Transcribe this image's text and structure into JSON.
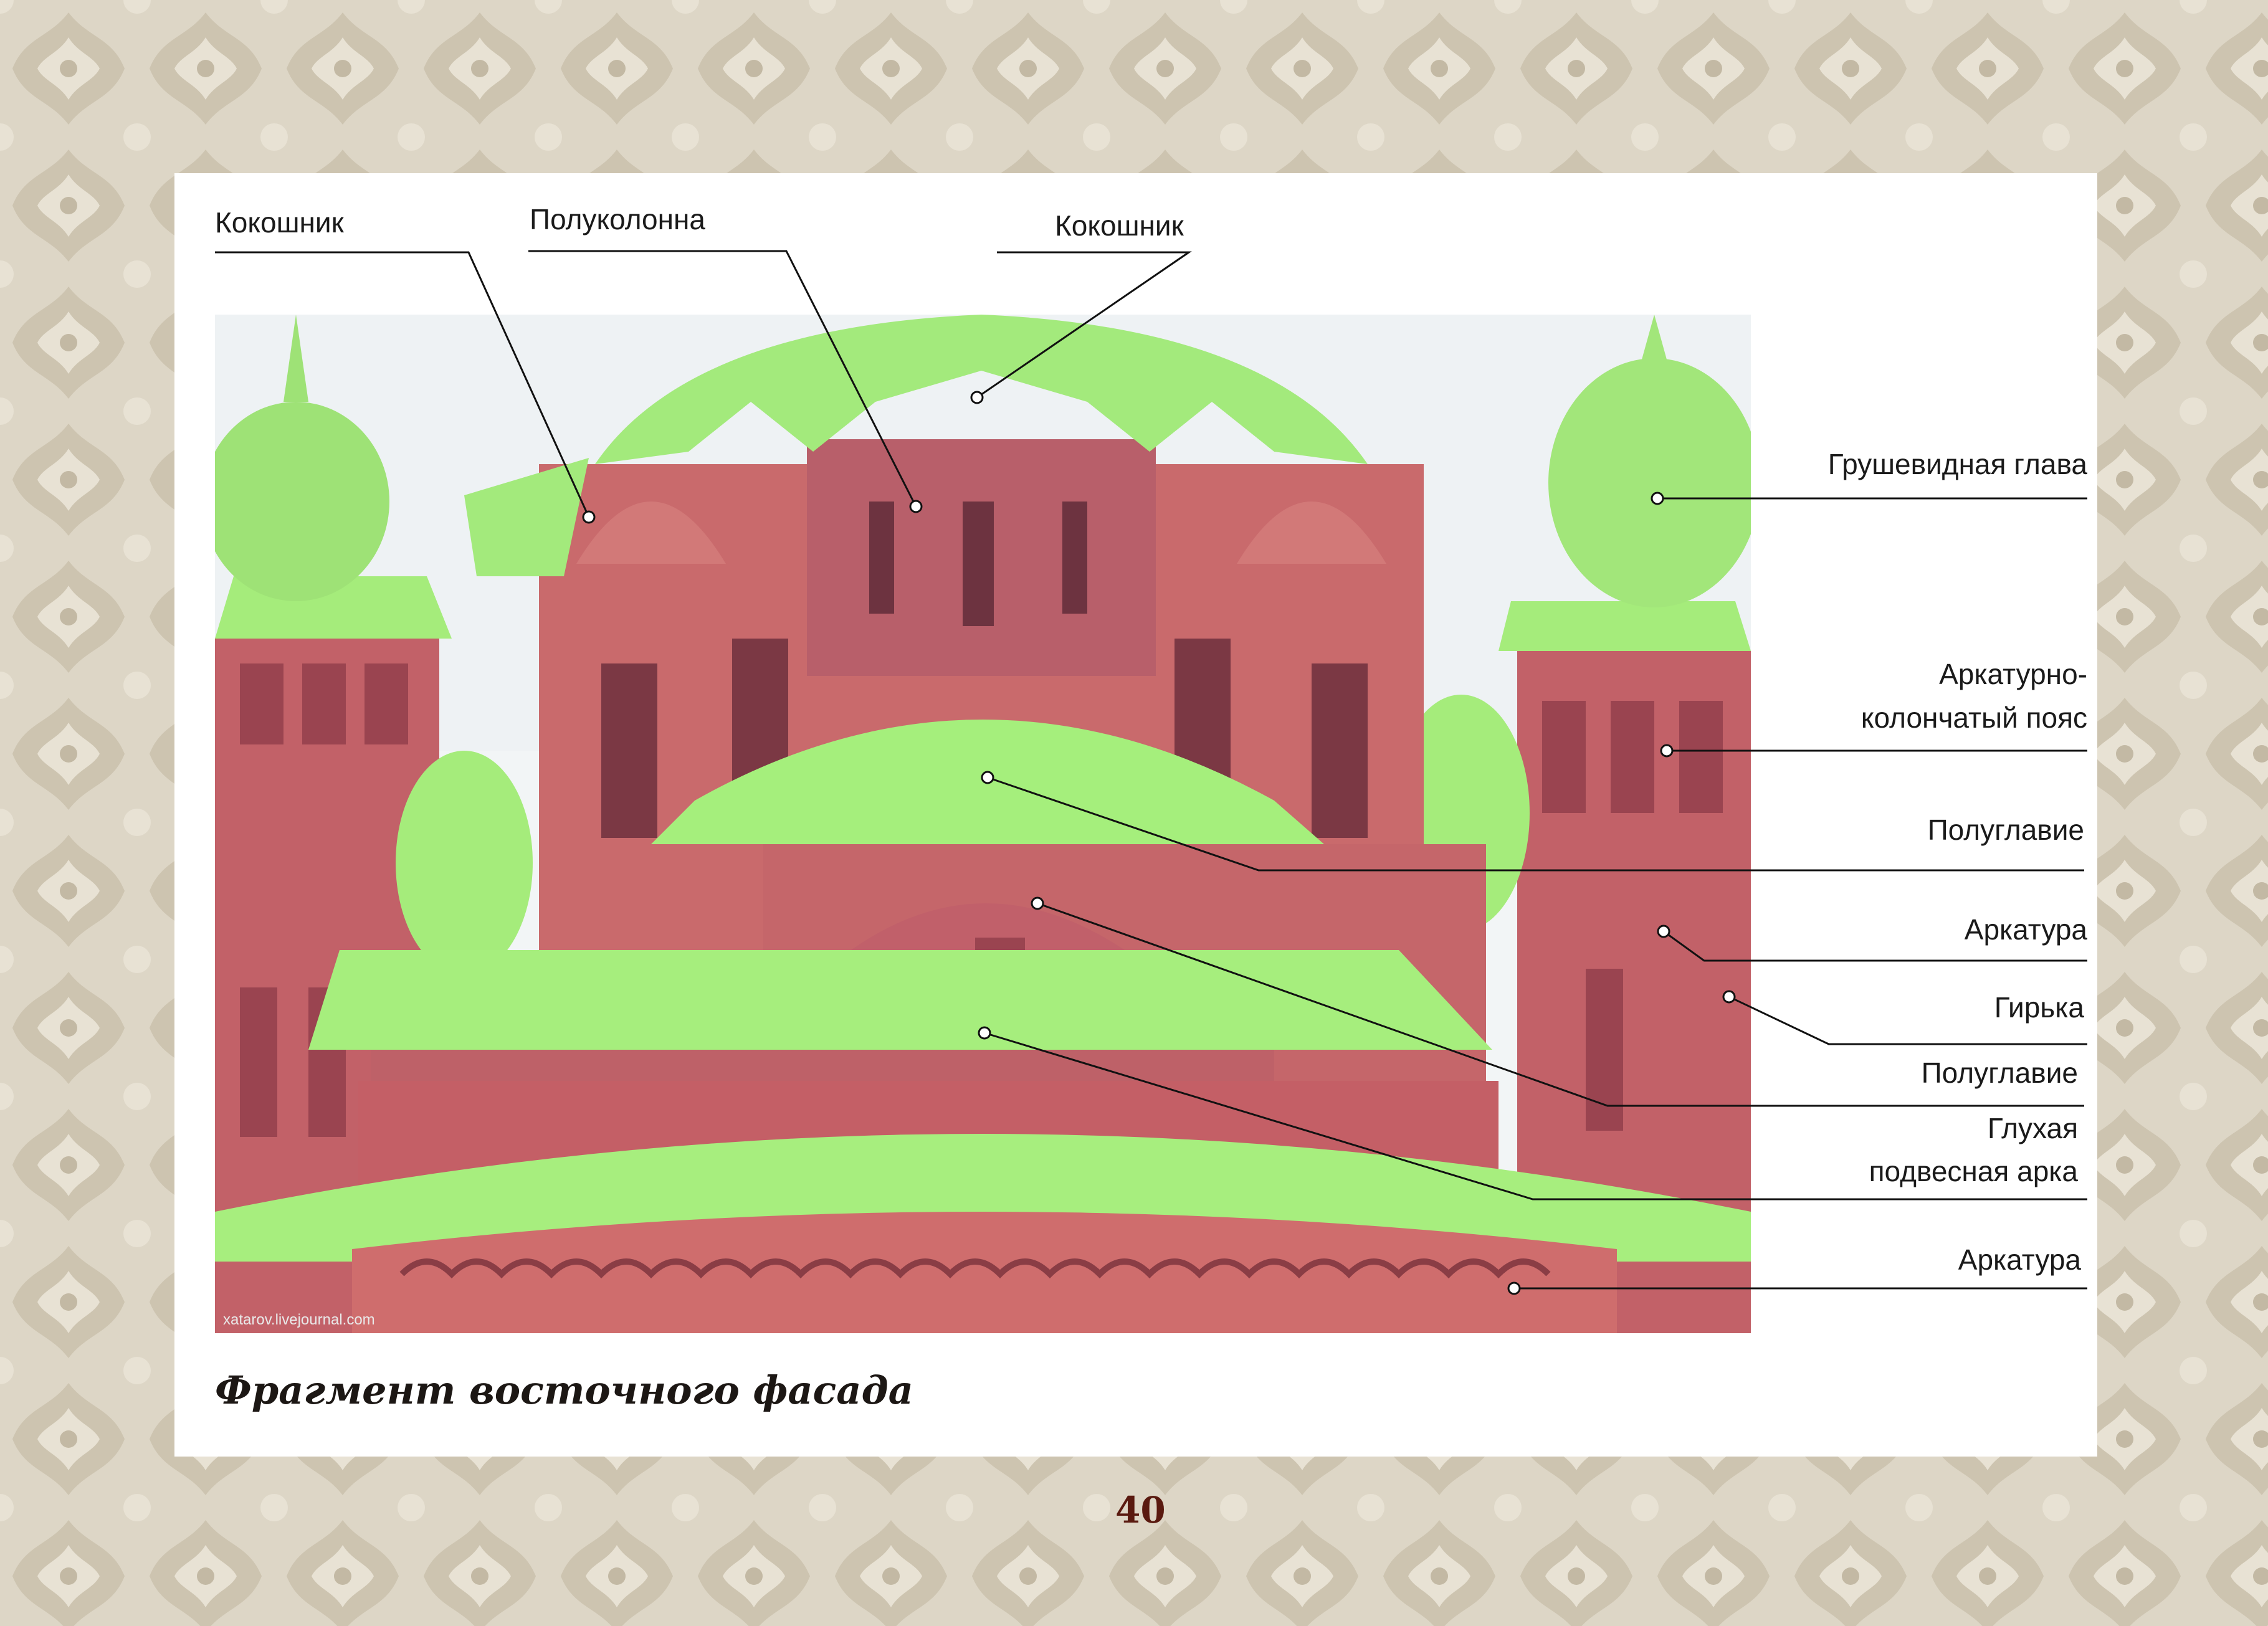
{
  "caption": "Фрагмент восточного фасада",
  "page_number": "40",
  "watermark": "xatarov.livejournal.com",
  "colors": {
    "frame": "#ddd6c6",
    "panel": "#ffffff",
    "brick": "#c9676a",
    "brick_dark": "#a64f58",
    "roof_green": "#a8f07a",
    "dome_green": "#9fe87a",
    "caption": "#1c1714",
    "page_number": "#5a1a10"
  },
  "labels": {
    "kokoshnik_left": "Кокошник",
    "polukolonna": "Полуколонна",
    "kokoshnik_top": "Кокошник",
    "grushevidnaya": "Грушевидная глава",
    "arkaturno_line1": "Аркатурно-",
    "arkaturno_line2": "колончатый пояс",
    "poluglavie_1": "Полуглавие",
    "arkatura_1": "Аркатура",
    "girka": "Гирька",
    "poluglavie_2": "Полуглавие",
    "glukhaya_line1": "Глухая",
    "glukhaya_line2": "подвесная арка",
    "arkatura_2": "Аркатура"
  }
}
